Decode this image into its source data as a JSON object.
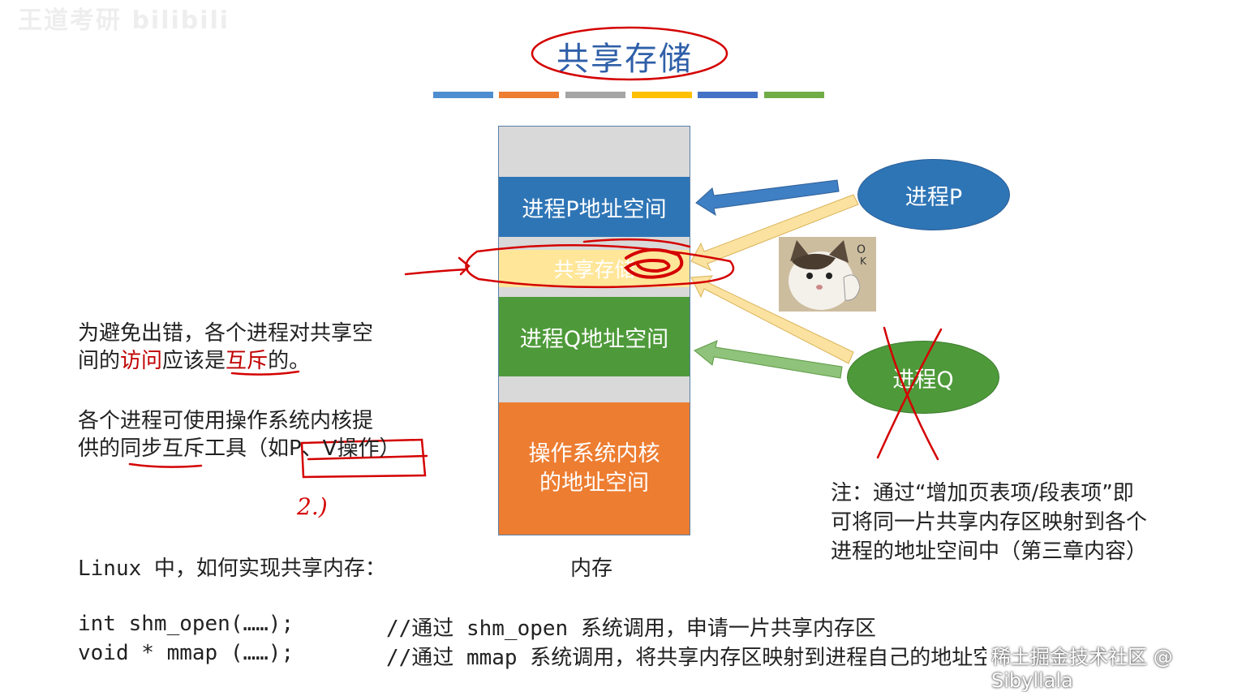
{
  "slide": {
    "title": "共享存储",
    "top_watermark": "王道考研 bilibili",
    "color_bar": [
      "#4e8ed0",
      "#ed7d31",
      "#a5a5a5",
      "#ffc000",
      "#4472c4",
      "#70ad47"
    ],
    "memory": {
      "label": "内存",
      "blocks": [
        {
          "label": "",
          "color": "#d9d9d9"
        },
        {
          "label": "进程P地址空间",
          "color": "#2e75b6"
        },
        {
          "label": "",
          "color": "#d9d9d9"
        },
        {
          "label": "共享存储",
          "color": "#ffe699"
        },
        {
          "label": "",
          "color": "#d9d9d9"
        },
        {
          "label": "进程Q地址空间",
          "color": "#4e9a3a"
        },
        {
          "label": "",
          "color": "#d9d9d9"
        },
        {
          "label": "操作系统内核的地址空间",
          "color": "#ed7d31"
        }
      ]
    },
    "process_p": {
      "label": "进程P",
      "color": "#2e75b6"
    },
    "process_q": {
      "label": "进程Q",
      "color": "#4e9a3a"
    },
    "left_text_1": {
      "line1": "为避免出错，各个进程对共享空",
      "line2_a": "间的",
      "line2_b": "访问",
      "line2_c": "应该是",
      "line2_d": "互斥",
      "line2_e": "的。"
    },
    "left_text_2": {
      "line1": "各个进程可使用操作系统内核提",
      "line2": "供的同步互斥工具（如P、V操作）"
    },
    "handwritten_mark": "2.)",
    "note": {
      "line1": "注：通过“增加页表项/段表项”即",
      "line2": "可将同一片共享内存区映射到各个",
      "line3": "进程的地址空间中（第三章内容）"
    },
    "linux_question": "Linux 中，如何实现共享内存：",
    "code": [
      {
        "code": "int shm_open(……);",
        "comment": "//通过 shm_open 系统调用，申请一片共享内存区"
      },
      {
        "code": "void * mmap (……);",
        "comment": "//通过 mmap 系统调用，将共享内存区映射到进程自己的地址空间"
      }
    ],
    "watermark": "稀土掘金技术社区 @ Sibyllala"
  }
}
